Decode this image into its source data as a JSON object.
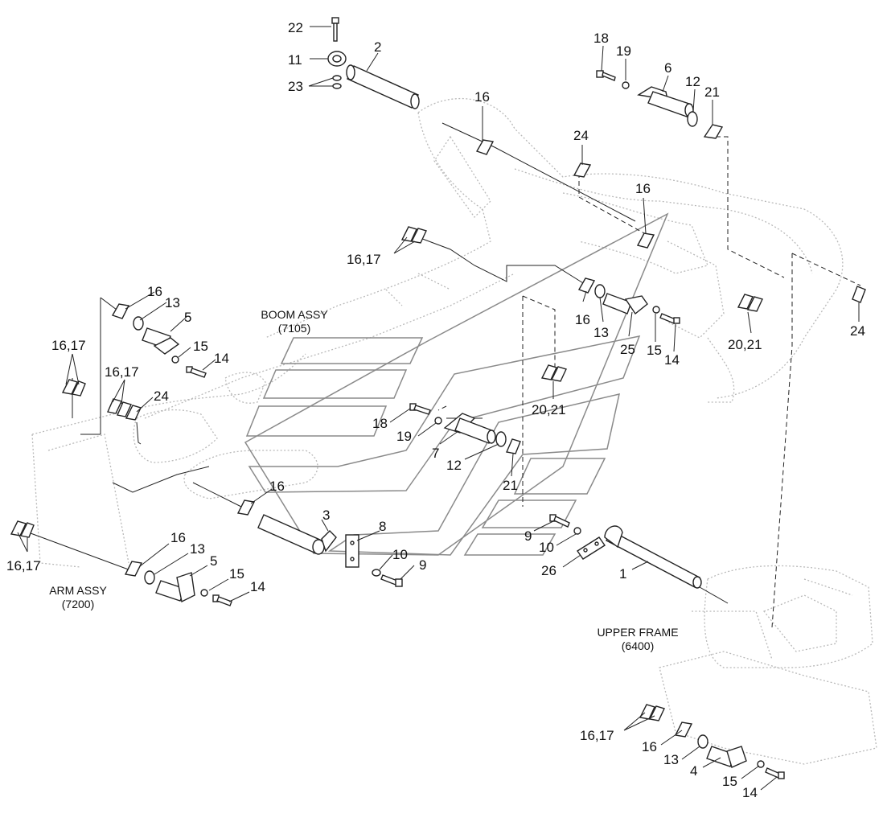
{
  "assemblies": {
    "boom": {
      "name": "BOOM ASSY",
      "code": "(7105)"
    },
    "arm": {
      "name": "ARM ASSY",
      "code": "(7200)"
    },
    "upper_frame": {
      "name": "UPPER FRAME",
      "code": "(6400)"
    }
  },
  "callouts": {
    "c22": "22",
    "c11": "11",
    "c23": "23",
    "c2": "2",
    "c18a": "18",
    "c19a": "19",
    "c6": "6",
    "c12a": "12",
    "c21a": "21",
    "c16a": "16",
    "c24a": "24",
    "c16b": "16",
    "c1617a": "16,17",
    "c16c": "16",
    "c13a": "13",
    "c5a": "5",
    "c15a": "15",
    "c14a": "14",
    "c1617b": "16,17",
    "c1617c": "16,17",
    "c24b": "24",
    "c16d": "16",
    "c13b": "13",
    "c25": "25",
    "c15b": "15",
    "c14b": "14",
    "c2021a": "20,21",
    "c24c": "24",
    "c18b": "18",
    "c19b": "19",
    "c7": "7",
    "c12b": "12",
    "c21b": "21",
    "c2021b": "20,21",
    "c16e": "16",
    "c3": "3",
    "c8": "8",
    "c10a": "10",
    "c9a": "9",
    "c9b": "9",
    "c10b": "10",
    "c26": "26",
    "c1": "1",
    "c1617d": "16,17",
    "c16f": "16",
    "c13c": "13",
    "c5b": "5",
    "c15c": "15",
    "c14c": "14",
    "c1617e": "16,17",
    "c16g": "16",
    "c13d": "13",
    "c4": "4",
    "c15d": "15",
    "c14d": "14"
  }
}
